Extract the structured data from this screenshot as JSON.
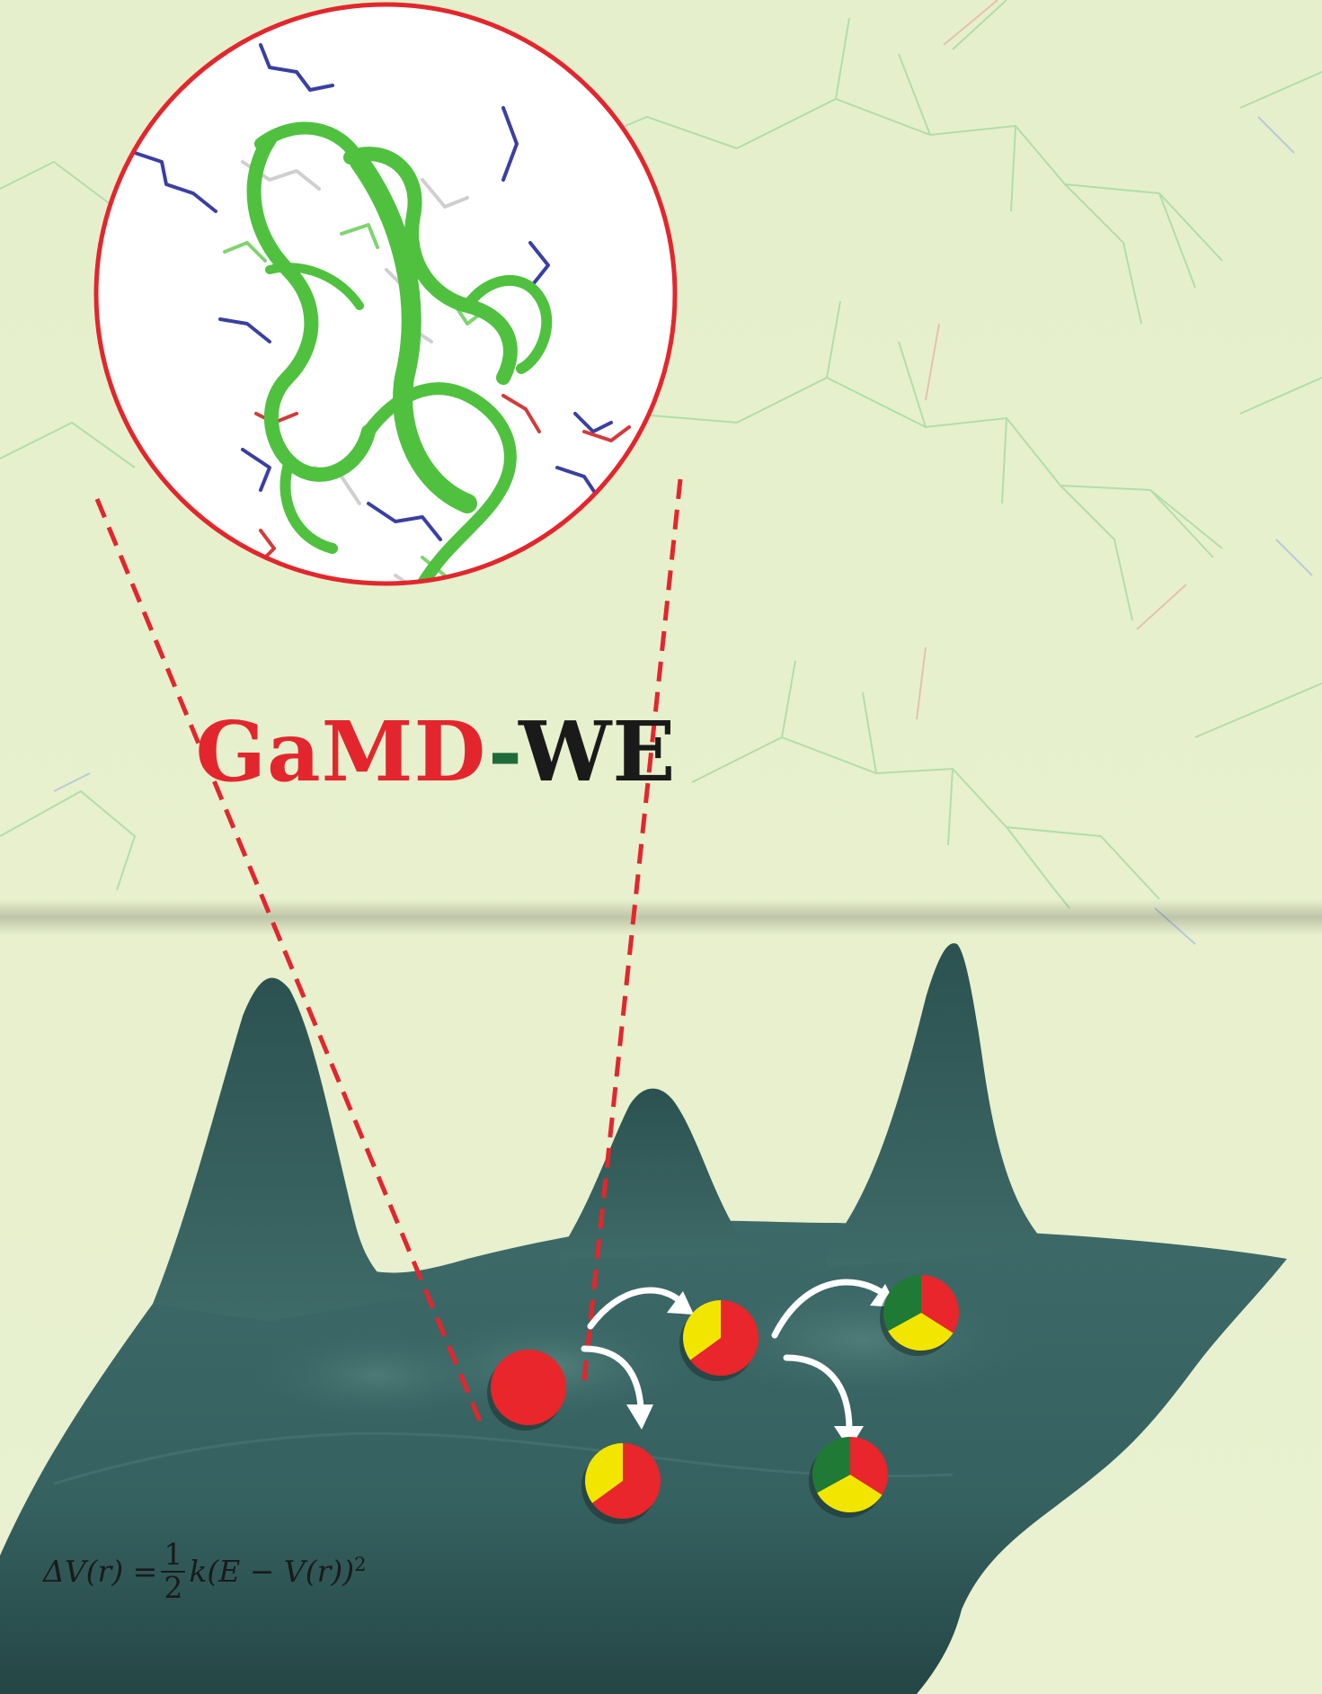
{
  "title": {
    "part1": "GaMD",
    "separator": "-",
    "part2": "WE",
    "colors": {
      "part1": "#e3262d",
      "separator": "#1f6b3a",
      "part2": "#1a1a1a"
    }
  },
  "equation": {
    "lhs": "ΔV(r) =",
    "numerator": "1",
    "denominator": "2",
    "rhs": "k(E − V(r))",
    "exponent": "2"
  },
  "colors": {
    "background": "#eaf1cf",
    "surface": "#3f6b69",
    "surface_dark": "#264847",
    "magnifier_ring": "#e3262d",
    "protein_green": "#4fc13f",
    "walker_red": "#e8262b",
    "walker_yellow": "#f2e600",
    "walker_green": "#1f7a36",
    "arrow": "#ffffff"
  },
  "walkers": [
    {
      "name": "walker-initial",
      "fractions": [
        1.0
      ],
      "colors": [
        "#e8262b"
      ]
    },
    {
      "name": "walker-gen1-a",
      "fractions": [
        0.65,
        0.35
      ],
      "colors": [
        "#e8262b",
        "#f2e600"
      ]
    },
    {
      "name": "walker-gen1-b",
      "fractions": [
        0.65,
        0.35
      ],
      "colors": [
        "#e8262b",
        "#f2e600"
      ]
    },
    {
      "name": "walker-gen2-a",
      "fractions": [
        0.34,
        0.33,
        0.33
      ],
      "colors": [
        "#e8262b",
        "#f2e600",
        "#1f7a36"
      ]
    },
    {
      "name": "walker-gen2-b",
      "fractions": [
        0.34,
        0.33,
        0.33
      ],
      "colors": [
        "#e8262b",
        "#f2e600",
        "#1f7a36"
      ]
    }
  ],
  "icons": [
    "molecular-wireframe-icon",
    "protein-structure-icon",
    "energy-landscape-icon",
    "transition-arrow-icon"
  ]
}
